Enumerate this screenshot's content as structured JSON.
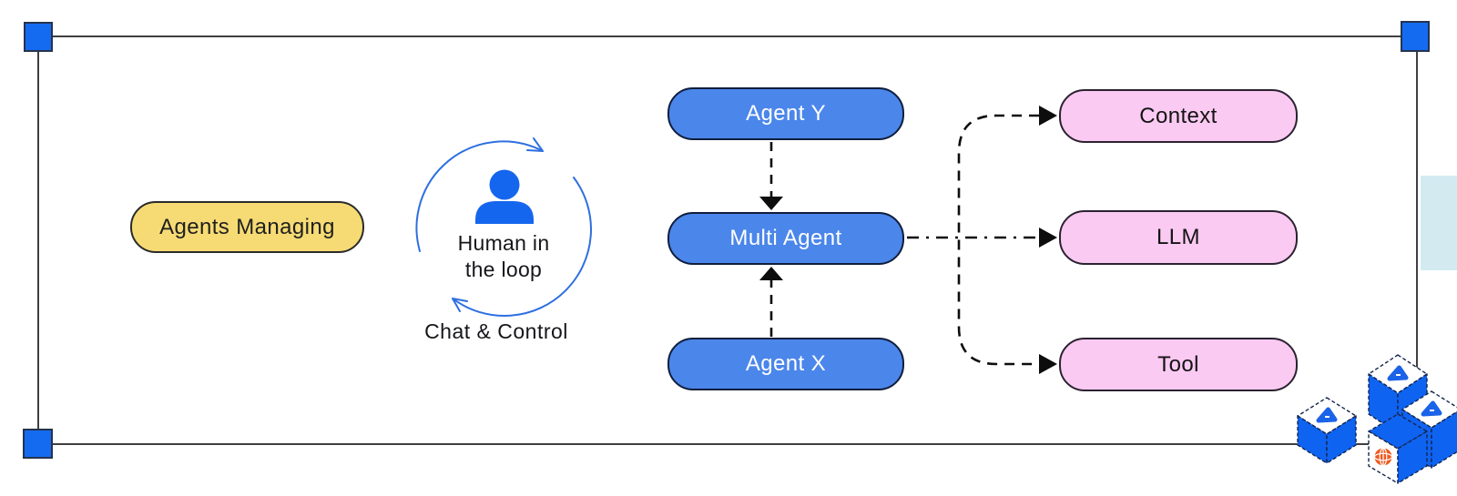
{
  "canvas": {
    "type": "design-canvas-selection",
    "selection_handles": [
      "top-left",
      "top-right",
      "bottom-left",
      "bottom-right"
    ]
  },
  "nodes": {
    "agents_managing": {
      "label": "Agents Managing",
      "fill": "#f6db74",
      "text_color": "#1f1f1f"
    },
    "agent_y": {
      "label": "Agent Y",
      "fill": "#4b86ea",
      "text_color": "#ffffff"
    },
    "multi_agent": {
      "label": "Multi Agent",
      "fill": "#4b86ea",
      "text_color": "#ffffff"
    },
    "agent_x": {
      "label": "Agent X",
      "fill": "#4b86ea",
      "text_color": "#ffffff"
    },
    "context": {
      "label": "Context",
      "fill": "#fbcaf3",
      "text_color": "#141414"
    },
    "llm": {
      "label": "LLM",
      "fill": "#fbcaf3",
      "text_color": "#141414"
    },
    "tool": {
      "label": "Tool",
      "fill": "#fbcaf3",
      "text_color": "#141414"
    }
  },
  "human_in_loop": {
    "label_line1": "Human in",
    "label_line2": "the loop",
    "caption": "Chat & Control"
  },
  "connections": [
    {
      "from": "Agent Y",
      "to": "Multi Agent",
      "style": "dashed-arrow"
    },
    {
      "from": "Agent X",
      "to": "Multi Agent",
      "style": "dashed-arrow"
    },
    {
      "from": "Multi Agent",
      "to": "Context",
      "style": "dashed-arrow"
    },
    {
      "from": "Multi Agent",
      "to": "LLM",
      "style": "dash-dot-arrow"
    },
    {
      "from": "Multi Agent",
      "to": "Tool",
      "style": "dashed-arrow"
    }
  ],
  "icons": {
    "cycle": "cycle-arrows-icon",
    "person": "person-icon",
    "cubes": "isometric-cubes-illustration",
    "triangle_logo": "triangle-logo-icon",
    "globe": "globe-icon"
  },
  "colors": {
    "handle_blue": "#156bf0",
    "cube_blue": "#0f63f1",
    "arc_blue": "#2e6fe0",
    "person_blue": "#1566ee",
    "globe_orange": "#f0581f",
    "frame_stroke": "#3f3f3f",
    "connector_black": "#0d0d0d",
    "cyan_patch": "#d4eaf1"
  }
}
